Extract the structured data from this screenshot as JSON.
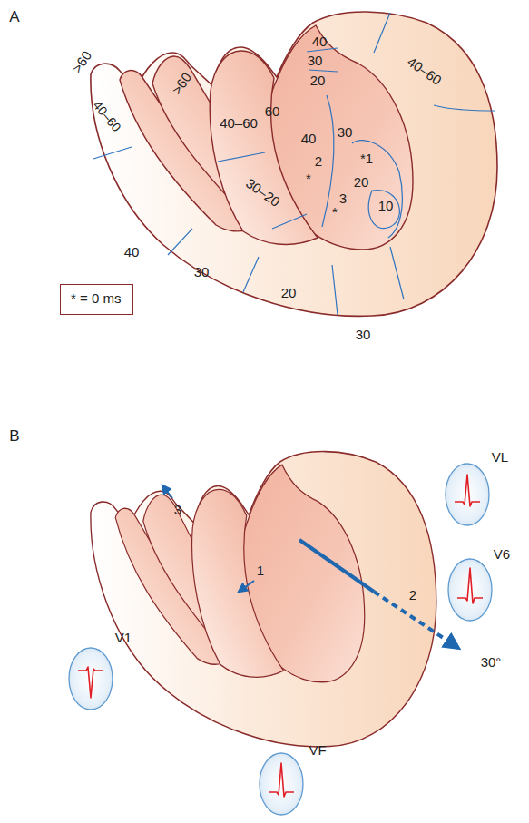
{
  "diagram": {
    "nodes": [
      {
        "text": [
          "* = 0 ms"
        ]
      },
      {
        "text": [
          "VL"
        ]
      },
      {
        "text": [
          "V6"
        ]
      },
      {
        "text": [
          "V1"
        ]
      },
      {
        "text": [
          "VF"
        ]
      }
    ],
    "labels": [
      "A",
      "40",
      "40–60",
      "30",
      "20",
      ">60",
      ">60",
      "60",
      "40–60",
      "40–60",
      "40",
      "30",
      "*1",
      "2",
      "20",
      "10",
      "*",
      "3",
      "*",
      "30–20",
      "40",
      "30",
      "20",
      "30",
      "B",
      "3",
      "1",
      "2",
      "30°"
    ]
  }
}
